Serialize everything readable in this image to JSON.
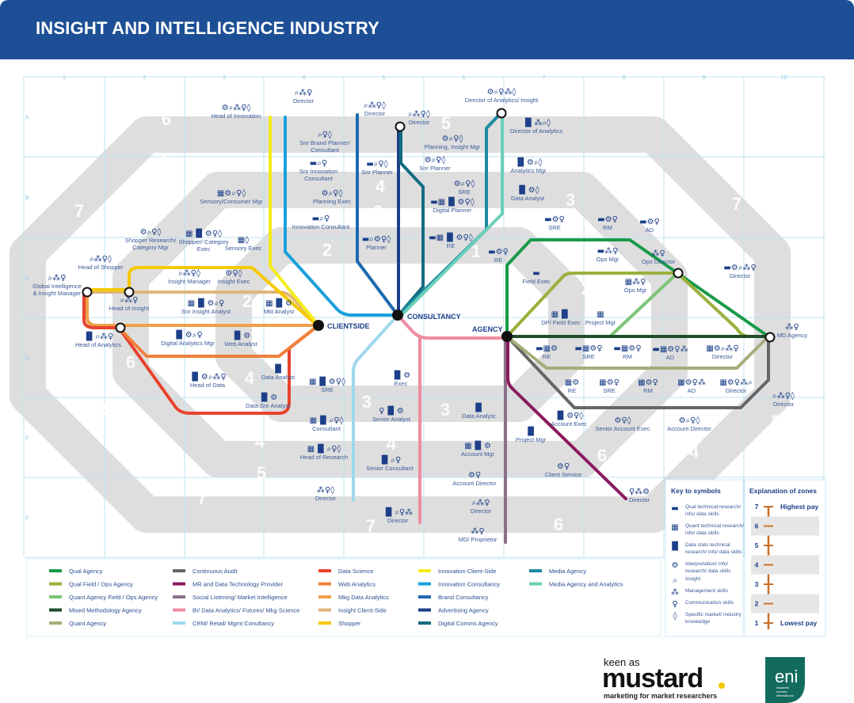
{
  "header": {
    "title": "INSIGHT AND INTELLIGENCE INDUSTRY"
  },
  "grid": {
    "columns": [
      "1",
      "2",
      "3",
      "4",
      "5",
      "6",
      "7",
      "8",
      "9",
      "10"
    ],
    "rows": [
      "A",
      "B",
      "C",
      "D",
      "E",
      "F"
    ]
  },
  "zone_numbers": [
    "7",
    "6",
    "5",
    "4",
    "3",
    "2",
    "1",
    "7",
    "6",
    "5",
    "4",
    "3",
    "2",
    "1",
    "7",
    "6",
    "5",
    "4",
    "3",
    "2",
    "1",
    "2",
    "3",
    "4",
    "5",
    "6",
    "7",
    "7",
    "6",
    "5",
    "4",
    "3",
    "2",
    "1",
    "2",
    "3",
    "4",
    "5",
    "6",
    "7"
  ],
  "hubs": {
    "clientside": "CLIENTSIDE",
    "consultancy": "CONSULTANCY",
    "agency": "AGENCY"
  },
  "colors": {
    "qual_agency": "#1a9a4a",
    "qual_field": "#9ab13c",
    "quant_field": "#7cc576",
    "mixed": "#1e4d2b",
    "quant_agency": "#a5ad7a",
    "continuous_audit": "#666666",
    "mr_data_tech": "#8b1a5e",
    "social_listening": "#8a7089",
    "bi": "#f08ca0",
    "crm": "#9fd8ec",
    "data_science": "#e8432e",
    "web_analytics": "#f0803a",
    "mkg_data": "#f0a048",
    "insight_client": "#e0b57a",
    "shopper": "#f5c800",
    "innovation_client": "#f5ec1a",
    "innovation_consultancy": "#1aa0dc",
    "brand_consultancy": "#1c6ab0",
    "advertising": "#1c3f88",
    "digital_comms": "#136b80",
    "media_agency": "#1c8aa0",
    "media_analytics": "#6ccfb8",
    "header": "#1c4f96",
    "zone_bar": "#c8702a"
  },
  "stations": [
    {
      "label": "Head of Innovation",
      "icons": [
        "interp",
        "insight",
        "mgmt",
        "comm",
        "market"
      ]
    },
    {
      "label": "Director",
      "icons": [
        "insight",
        "mgmt",
        "comm"
      ]
    },
    {
      "label": "Snr Brand Planner/",
      "label2": "Consultant",
      "icons": [
        "insight",
        "comm",
        "market"
      ]
    },
    {
      "label": "Snr Innovation",
      "label2": "Consultant",
      "icons": [
        "qual",
        "insight",
        "comm"
      ]
    },
    {
      "label": "Sensory/Consumer Mgr",
      "icons": [
        "quant",
        "interp",
        "insight",
        "comm",
        "market"
      ]
    },
    {
      "label": "Planning Exec",
      "icons": [
        "interp",
        "insight",
        "comm",
        "market"
      ]
    },
    {
      "label": "Innovation Consultant",
      "icons": [
        "qual",
        "insight",
        "comm"
      ]
    },
    {
      "label": "Shopper Research/",
      "label2": "Category Mgr",
      "icons": [
        "interp",
        "insight",
        "comm",
        "market"
      ]
    },
    {
      "label": "Shopper/ Category",
      "label2": "Exec",
      "icons": [
        "quant",
        "stats",
        "interp",
        "comm",
        "market"
      ]
    },
    {
      "label": "Sensory Exec",
      "icons": [
        "quant",
        "market"
      ]
    },
    {
      "label": "Head of Shopper",
      "icons": [
        "insight",
        "mgmt",
        "comm",
        "market"
      ]
    },
    {
      "label": "Global Intelligence",
      "label2": "& Insight Manager",
      "icons": [
        "insight",
        "mgmt",
        "comm"
      ]
    },
    {
      "label": "Insight Manager",
      "icons": [
        "insight",
        "mgmt",
        "comm",
        "market"
      ]
    },
    {
      "label": "Insight Exec",
      "icons": [
        "interp",
        "comm",
        "market"
      ]
    },
    {
      "label": "Head of Insight",
      "icons": [
        "insight",
        "mgmt",
        "comm"
      ]
    },
    {
      "label": "Snr Insight Analyst",
      "icons": [
        "quant",
        "stats",
        "interp",
        "insight",
        "comm"
      ]
    },
    {
      "label": "Mkt Analyst",
      "icons": [
        "quant",
        "stats",
        "interp"
      ]
    },
    {
      "label": "Head of Analytics",
      "icons": [
        "stats",
        "insight",
        "mgmt",
        "comm"
      ]
    },
    {
      "label": "Digital Analytics Mgr",
      "icons": [
        "stats",
        "interp",
        "insight",
        "comm"
      ]
    },
    {
      "label": "Web Analyst",
      "icons": [
        "stats",
        "interp"
      ]
    },
    {
      "label": "Data Analyst",
      "icons": [
        "stats"
      ]
    },
    {
      "label": "Head of Data",
      "icons": [
        "stats",
        "interp",
        "insight",
        "mgmt",
        "comm"
      ]
    },
    {
      "label": "Data Snr Analyst",
      "icons": [
        "stats",
        "interp"
      ]
    },
    {
      "label": "Director",
      "icons": [
        "insight",
        "mgmt",
        "comm",
        "market"
      ]
    },
    {
      "label": "Director",
      "icons": [
        "insight",
        "mgmt",
        "comm",
        "market"
      ]
    },
    {
      "label": "Director of Analytics/ Insight",
      "icons": [
        "interp",
        "insight",
        "comm",
        "mgmt",
        "market"
      ]
    },
    {
      "label": "Director of Analytics",
      "icons": [
        "stats",
        "mgmt",
        "insight",
        "market"
      ]
    },
    {
      "label": "Planning, Insight Mgr",
      "icons": [
        "interp",
        "insight",
        "comm",
        "market"
      ]
    },
    {
      "label": "Snr Planner",
      "icons": [
        "interp",
        "insight",
        "comm",
        "market"
      ]
    },
    {
      "label": "Snr Planner",
      "icons": [
        "qual",
        "insight",
        "comm",
        "market"
      ]
    },
    {
      "label": "Analytics Mgr",
      "icons": [
        "stats",
        "interp",
        "insight",
        "market"
      ]
    },
    {
      "label": "SRE",
      "icons": [
        "interp",
        "insight",
        "comm",
        "market"
      ]
    },
    {
      "label": "Data Analyst",
      "icons": [
        "stats",
        "interp",
        "market"
      ]
    },
    {
      "label": "Digital Planner",
      "icons": [
        "qual",
        "quant",
        "stats",
        "interp",
        "comm",
        "market"
      ]
    },
    {
      "label": "Planner",
      "icons": [
        "qual",
        "insight",
        "interp",
        "comm",
        "market"
      ]
    },
    {
      "label": "RE",
      "icons": [
        "qual",
        "quant",
        "stats",
        "interp",
        "comm",
        "market"
      ]
    },
    {
      "label": "SRE",
      "icons": [
        "quant",
        "stats",
        "interp",
        "comm",
        "market"
      ]
    },
    {
      "label": "Consultant",
      "icons": [
        "quant",
        "stats",
        "insight",
        "comm",
        "market"
      ]
    },
    {
      "label": "Head of Research",
      "icons": [
        "quant",
        "stats",
        "insight",
        "comm",
        "market"
      ]
    },
    {
      "label": "Director",
      "icons": [
        "mgmt",
        "comm",
        "market"
      ]
    },
    {
      "label": "Exec",
      "icons": [
        "stats",
        "interp"
      ]
    },
    {
      "label": "Senior Analyst",
      "icons": [
        "comm",
        "stats",
        "interp"
      ]
    },
    {
      "label": "Senior Consultant",
      "icons": [
        "stats",
        "insight",
        "comm"
      ]
    },
    {
      "label": "Director",
      "icons": [
        "stats",
        "insight",
        "comm",
        "mgmt"
      ]
    },
    {
      "label": "Data Analyst",
      "icons": [
        "stats"
      ]
    },
    {
      "label": "Account Mgr",
      "icons": [
        "quant",
        "stats",
        "interp"
      ]
    },
    {
      "label": "Account Director",
      "icons": [
        "interp",
        "comm"
      ]
    },
    {
      "label": "Director",
      "icons": [
        "insight",
        "mgmt",
        "comm"
      ]
    },
    {
      "label": "MD/ Proprietor",
      "icons": [
        "mgmt",
        "comm"
      ]
    },
    {
      "label": "Project Mgr",
      "icons": [
        "stats"
      ]
    },
    {
      "label": "Client Service",
      "icons": [
        "interp",
        "comm"
      ]
    },
    {
      "label": "Director",
      "icons": [
        "comm",
        "mgmt",
        "interp"
      ]
    },
    {
      "label": "RE",
      "icons": [
        "qual",
        "interp",
        "comm"
      ]
    },
    {
      "label": "SRE",
      "icons": [
        "qual",
        "interp",
        "comm"
      ]
    },
    {
      "label": "RM",
      "icons": [
        "qual",
        "interp",
        "comm"
      ]
    },
    {
      "label": "AD",
      "icons": [
        "qual",
        "interp",
        "comm"
      ]
    },
    {
      "label": "Ops Mgr",
      "icons": [
        "qual",
        "mgmt",
        "comm"
      ]
    },
    {
      "label": "Ops Director",
      "icons": [
        "mgmt",
        "comm"
      ]
    },
    {
      "label": "Field Exec",
      "icons": [
        "qual"
      ]
    },
    {
      "label": "Ops Mgr",
      "icons": [
        "quant",
        "mgmt",
        "comm"
      ]
    },
    {
      "label": "Director",
      "icons": [
        "qual",
        "interp",
        "insight",
        "mgmt",
        "comm"
      ]
    },
    {
      "label": "DP/ Field Exec",
      "icons": [
        "quant",
        "stats"
      ]
    },
    {
      "label": "Project Mgr",
      "icons": [
        "quant"
      ]
    },
    {
      "label": "MD Agency",
      "icons": [
        "mgmt",
        "comm"
      ]
    },
    {
      "label": "RE",
      "icons": [
        "qual",
        "quant",
        "interp"
      ]
    },
    {
      "label": "SRE",
      "icons": [
        "qual",
        "quant",
        "interp",
        "comm"
      ]
    },
    {
      "label": "RM",
      "icons": [
        "qual",
        "quant",
        "interp",
        "comm"
      ]
    },
    {
      "label": "AD",
      "icons": [
        "qual",
        "quant",
        "interp",
        "comm",
        "mgmt"
      ]
    },
    {
      "label": "Director",
      "icons": [
        "quant",
        "interp",
        "insight",
        "mgmt",
        "comm"
      ]
    },
    {
      "label": "RE",
      "icons": [
        "quant",
        "interp"
      ]
    },
    {
      "label": "SRE",
      "icons": [
        "quant",
        "interp",
        "comm"
      ]
    },
    {
      "label": "RM",
      "icons": [
        "quant",
        "interp",
        "comm"
      ]
    },
    {
      "label": "AD",
      "icons": [
        "quant",
        "interp",
        "comm",
        "mgmt"
      ]
    },
    {
      "label": "Director",
      "icons": [
        "quant",
        "interp",
        "comm",
        "mgmt",
        "insight"
      ]
    },
    {
      "label": "Director",
      "icons": [
        "insight",
        "mgmt",
        "comm",
        "market"
      ]
    },
    {
      "label": "Account Exec",
      "icons": [
        "stats",
        "interp",
        "comm",
        "market"
      ]
    },
    {
      "label": "Senior Account Exec",
      "icons": [
        "interp",
        "comm",
        "market"
      ]
    },
    {
      "label": "Account Director",
      "icons": [
        "interp",
        "insight",
        "comm",
        "market"
      ]
    }
  ],
  "legend": [
    {
      "label": "Qual Agency",
      "color": "#1a9a4a"
    },
    {
      "label": "Qual Field / Ops Agency",
      "color": "#9ab13c"
    },
    {
      "label": "Quant Agency Field / Ops Agency",
      "color": "#7cc576"
    },
    {
      "label": "Mixed Methodology Agency",
      "color": "#1e4d2b"
    },
    {
      "label": "Quant Agency",
      "color": "#a5ad7a"
    },
    {
      "label": "Continuous Audit",
      "color": "#666666"
    },
    {
      "label": "MR and Data Technology Provider",
      "color": "#8b1a5e"
    },
    {
      "label": "Social Listening/ Market Intelligence",
      "color": "#8a7089"
    },
    {
      "label": "BI/ Data Analytics/ Futures/ Mkg Science",
      "color": "#f08ca0"
    },
    {
      "label": "CRM/ Retail/ Mgmt Conultancy",
      "color": "#9fd8ec"
    },
    {
      "label": "Data Science",
      "color": "#e8432e"
    },
    {
      "label": "Web Analytics",
      "color": "#f0803a"
    },
    {
      "label": "Mkg Data Analytics",
      "color": "#f0a048"
    },
    {
      "label": "Insight Client-Side",
      "color": "#e0b57a"
    },
    {
      "label": "Shopper",
      "color": "#f5c800"
    },
    {
      "label": "Innovation Client-Side",
      "color": "#f5ec1a"
    },
    {
      "label": "Innovation Consultancy",
      "color": "#1aa0dc"
    },
    {
      "label": "Brand Consultancy",
      "color": "#1c6ab0"
    },
    {
      "label": "Advertising Agency",
      "color": "#1c3f88"
    },
    {
      "label": "Digital Comms Agency",
      "color": "#136b80"
    },
    {
      "label": "Media Agency",
      "color": "#1c8aa0"
    },
    {
      "label": "Media Agency and Analytics",
      "color": "#6ccfb8"
    }
  ],
  "key": {
    "title": "Key to symbols",
    "items": [
      {
        "icon": "qual",
        "line1": "Qual technical research/",
        "line2": "info/ data skills"
      },
      {
        "icon": "quant",
        "line1": "Quant technical research/",
        "line2": "info/ data skills"
      },
      {
        "icon": "stats",
        "line1": "Data stats technical",
        "line2": "research/ info/ data skills"
      },
      {
        "icon": "interp",
        "line1": "Interpretation/ info/",
        "line2": "research/ data skills"
      },
      {
        "icon": "insight",
        "line1": "Insight",
        "line2": ""
      },
      {
        "icon": "mgmt",
        "line1": "Management skills",
        "line2": ""
      },
      {
        "icon": "comm",
        "line1": "Communication skills",
        "line2": ""
      },
      {
        "icon": "market",
        "line1": "Specific market/ industry",
        "line2": "knowledge"
      }
    ]
  },
  "zones": {
    "title": "Explanation of zones",
    "levels": [
      "7",
      "6",
      "5",
      "4",
      "3",
      "2",
      "1"
    ],
    "highest": "Highest pay",
    "lowest": "Lowest pay"
  },
  "logos": {
    "kam_top": "keen as",
    "kam_main": "mustard",
    "kam_tag": "marketing for market researchers",
    "eni": "eni",
    "eni_sub": [
      "elizabeth",
      "norman",
      "international"
    ]
  }
}
